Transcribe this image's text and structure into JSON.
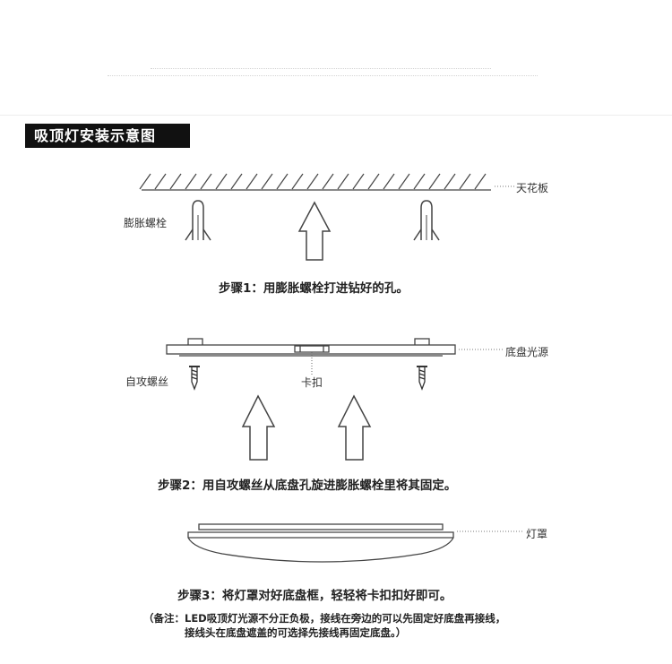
{
  "title": "吸顶灯安装示意图",
  "labels": {
    "ceiling": "天花板",
    "expansion_bolt": "膨胀螺栓",
    "chassis_light": "底盘光源",
    "self_tapping_screw": "自攻螺丝",
    "clip": "卡扣",
    "lampshade": "灯罩"
  },
  "steps": [
    "步骤1：用膨胀螺栓打进钻好的孔。",
    "步骤2：用自攻螺丝从底盘孔旋进膨胀螺栓里将其固定。",
    "步骤3：将灯罩对好底盘框，轻轻将卡扣扣好即可。"
  ],
  "note": {
    "line1": "（备注：LED吸顶灯光源不分正负极，接线在旁边的可以先固定好底盘再接线，",
    "line2": "接线头在底盘遮盖的可选择先接线再固定底盘。）"
  },
  "colors": {
    "title_bg": "#111111",
    "title_text": "#ffffff",
    "stroke": "#555555"
  }
}
